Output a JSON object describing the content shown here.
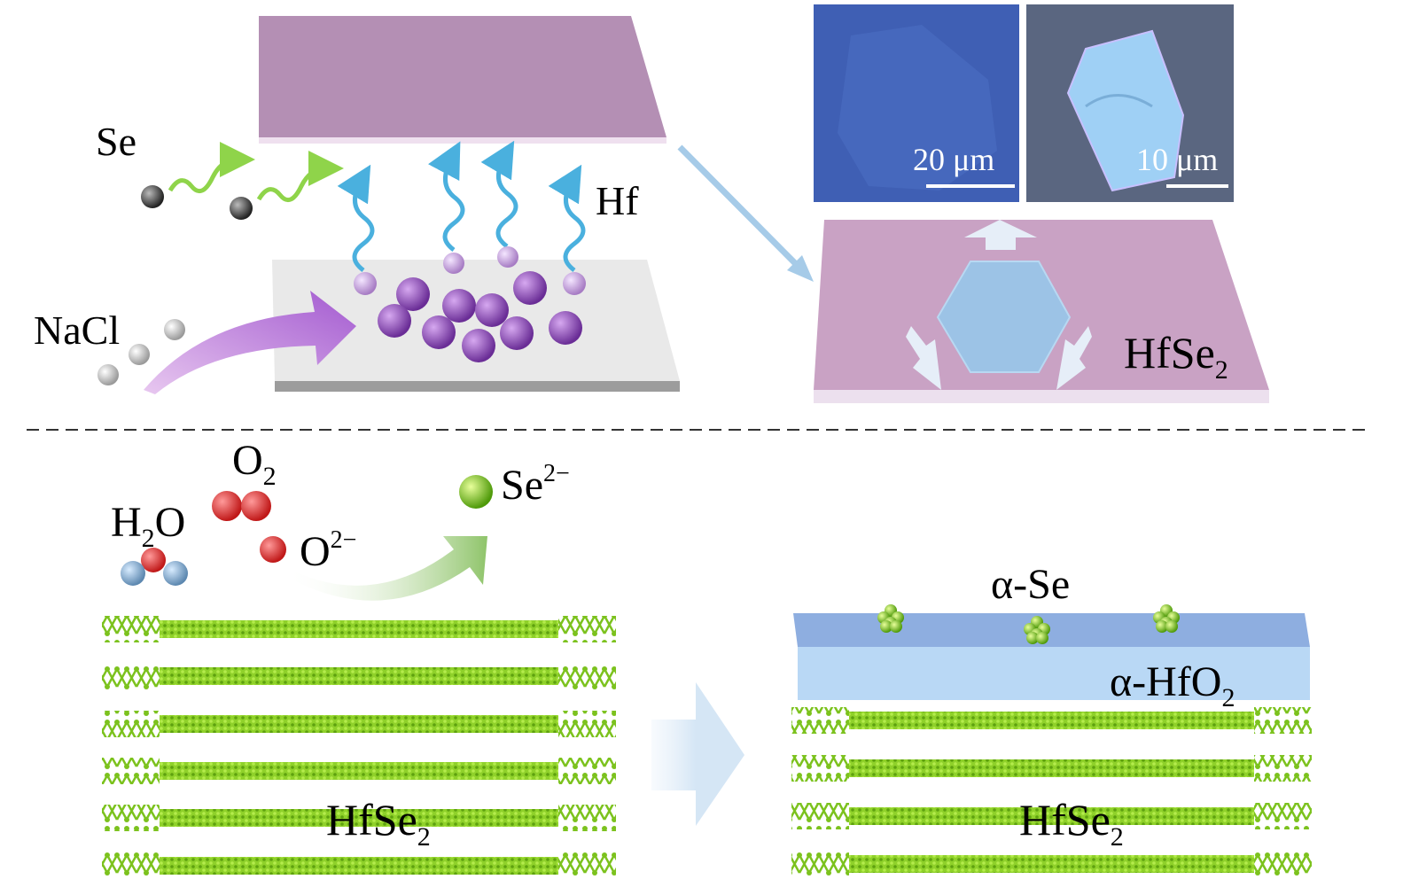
{
  "top": {
    "se_label": "Se",
    "hf_label": "Hf",
    "nacl_label": "NaCl",
    "product": {
      "base": "HfSe",
      "sub": "2"
    },
    "scale_bar_left": "20 μm",
    "scale_bar_right": "10 μm"
  },
  "bottom": {
    "h2o": {
      "a": "H",
      "sub": "2",
      "b": "O"
    },
    "o2": {
      "base": "O",
      "sub": "2"
    },
    "o_ion": {
      "base": "O",
      "sup": "2−"
    },
    "se_ion": {
      "base": "Se",
      "sup": "2−"
    },
    "alpha_se": "α-Se",
    "alpha_hfo2": {
      "base": "α-HfO",
      "sub": "2"
    },
    "left_layer_label": {
      "base": "HfSe",
      "sub": "2"
    },
    "right_layer_label": {
      "base": "HfSe",
      "sub": "2"
    }
  },
  "colors": {
    "purple_plate": "#b48fb4",
    "pink_plate": "#c9a2c4",
    "lattice_green": "#7cc21e",
    "slab_blue": "#b9d8f5",
    "arrow_blue": "#9cc3e6"
  }
}
